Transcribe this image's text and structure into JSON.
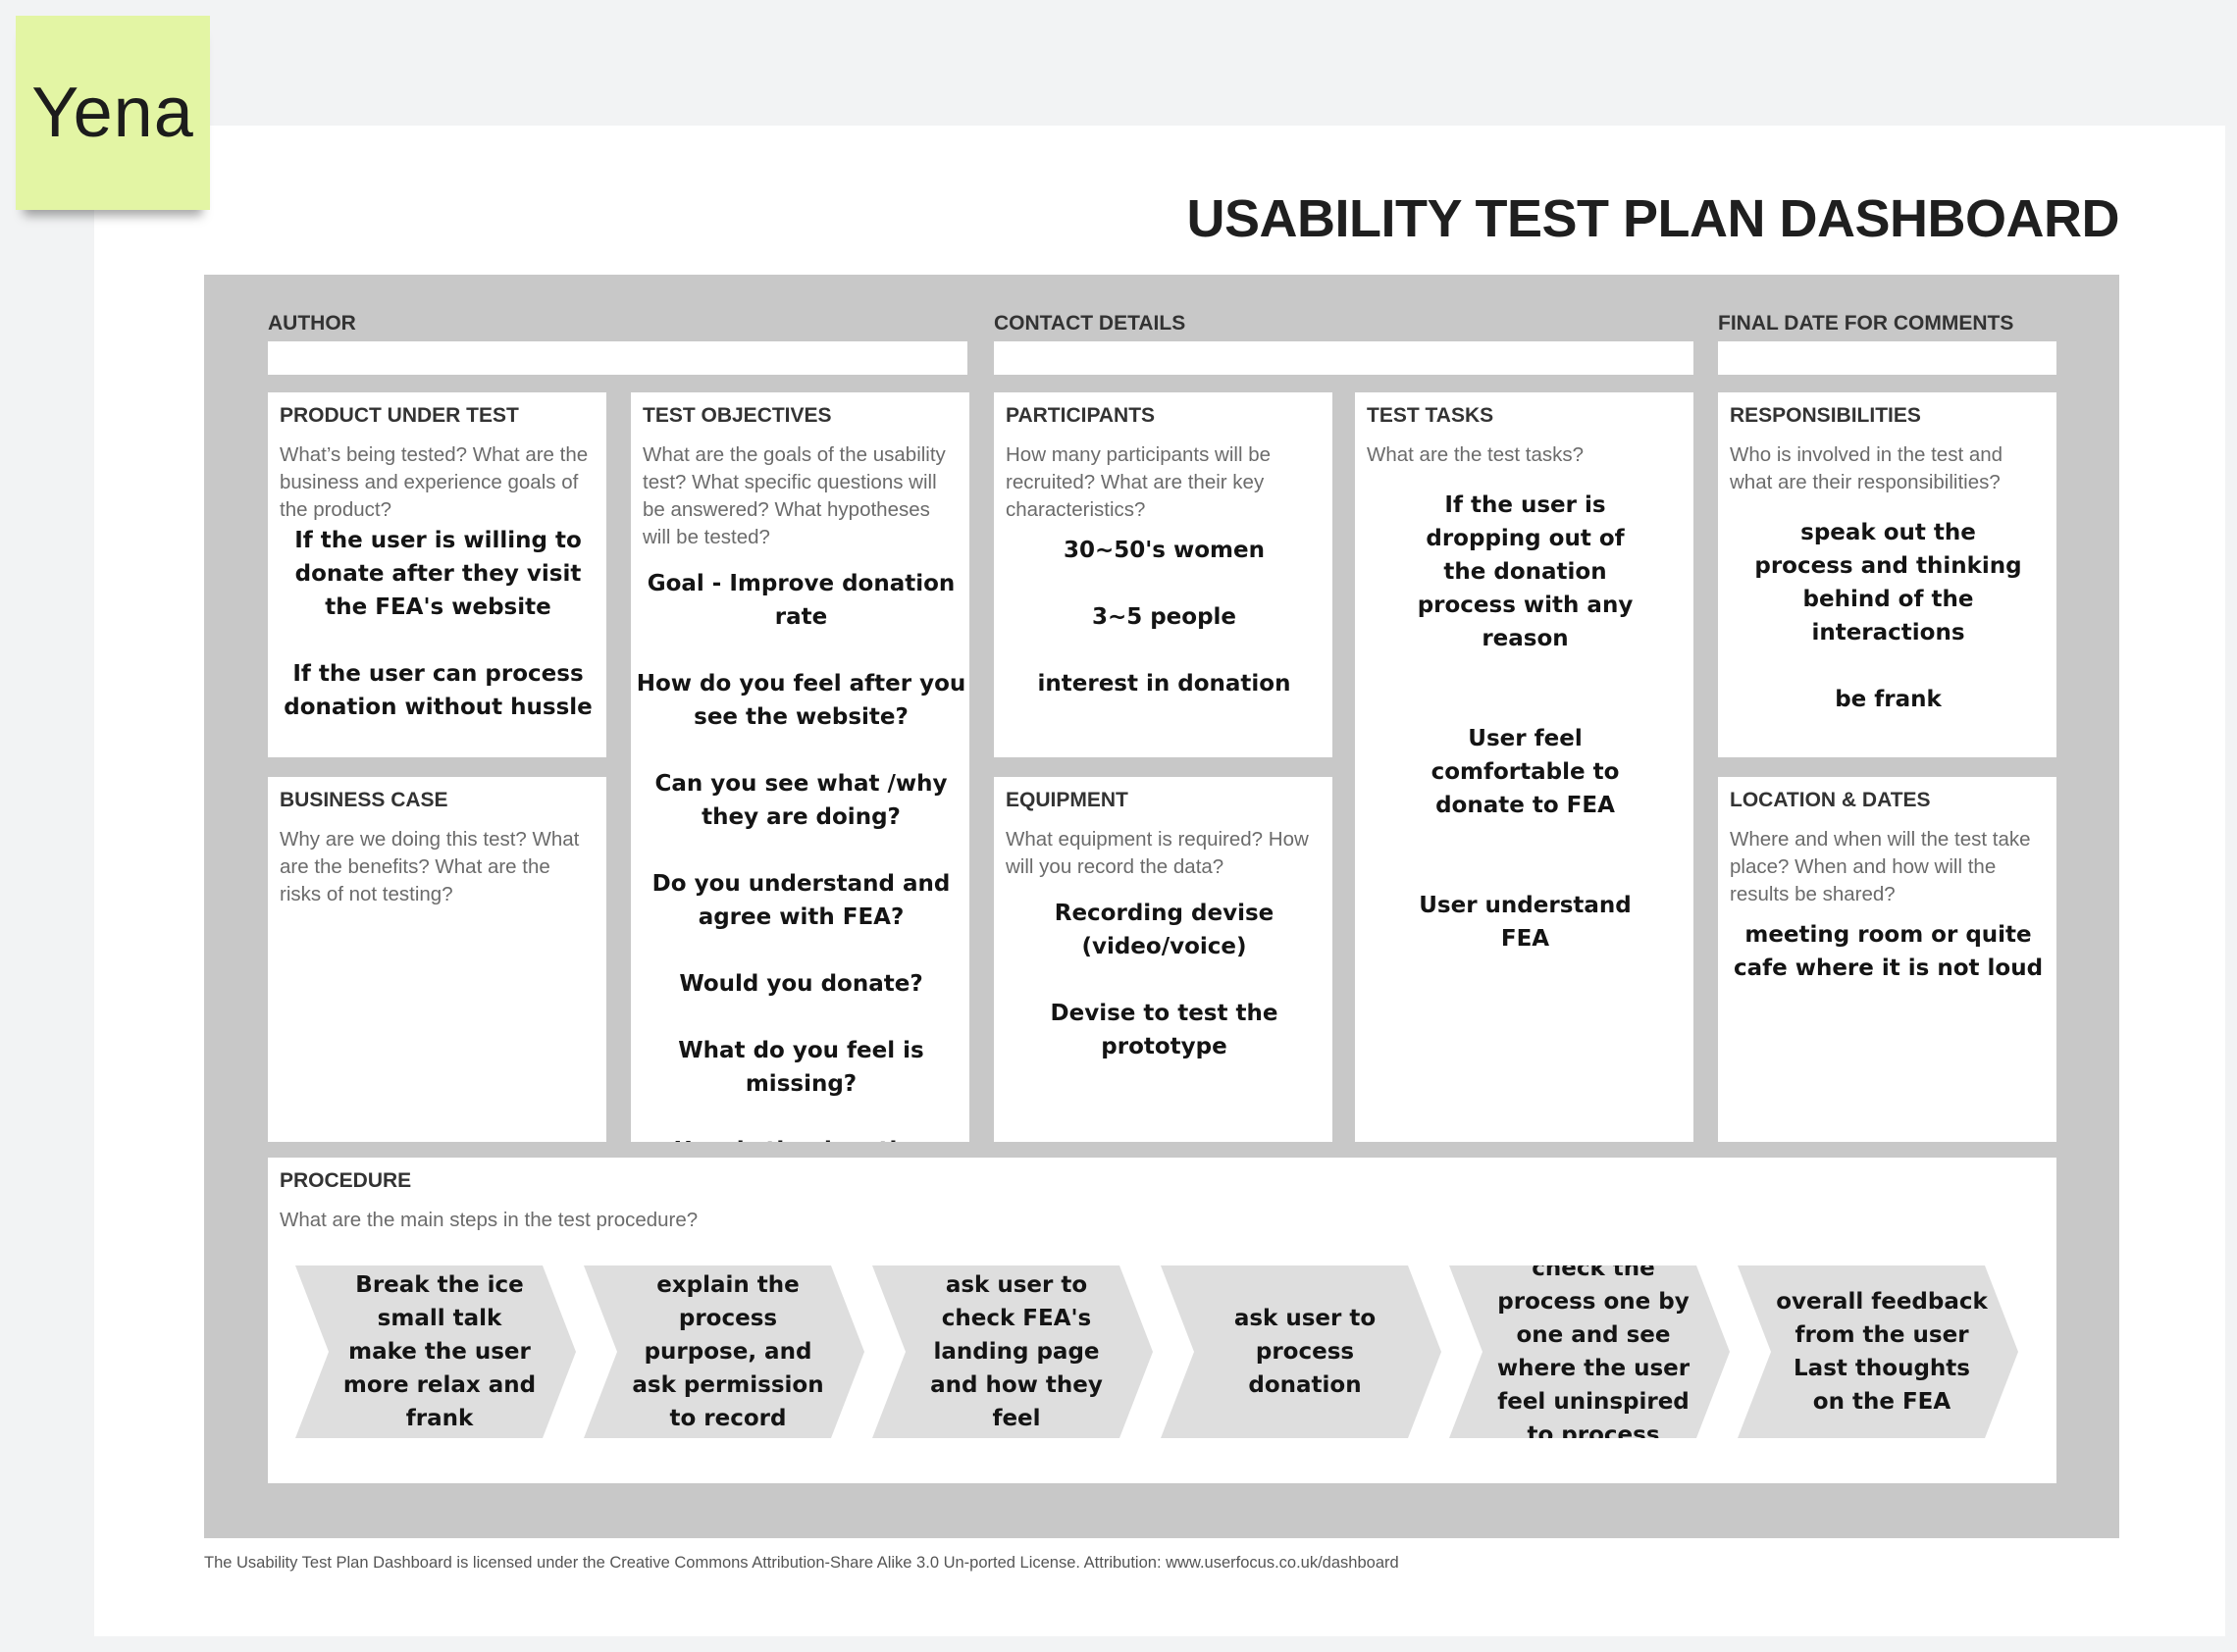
{
  "sticky_note": {
    "label": "Yena",
    "color": "#e3f5a4"
  },
  "title": "USABILITY TEST PLAN DASHBOARD",
  "header_fields": {
    "author": "AUTHOR",
    "contact": "CONTACT DETAILS",
    "final_date": "FINAL DATE FOR COMMENTS"
  },
  "sections": {
    "product": {
      "heading": "PRODUCT UNDER TEST",
      "prompt": "What’s being tested? What are the business and experience goals of the product?",
      "answer": "If the user is willing to donate after they visit the  FEA's website\n\nIf the user can process donation without hussle"
    },
    "business": {
      "heading": "BUSINESS CASE",
      "prompt": "Why are we doing this test? What are the benefits? What are the risks of not testing?"
    },
    "objectives": {
      "heading": "TEST OBJECTIVES",
      "prompt": "What are the goals of the usability test? What specific questions will be answered? What hypotheses will be tested?",
      "answer": "Goal - Improve donation rate\n\nHow do you feel after you see the website?\n\nCan you see what /why they are doing?\n\nDo you understand and agree with FEA?\n\nWould you donate?\n\nWhat do you feel is missing?\n\nHow is the donation process?Is it easy to do?"
    },
    "participants": {
      "heading": "PARTICIPANTS",
      "prompt": "How many participants will be recruited? What are their key characteristics?",
      "answer": "30~50's women\n\n3~5 people\n\ninterest in donation"
    },
    "equipment": {
      "heading": "EQUIPMENT",
      "prompt": "What equipment is required? How will you record the data?",
      "answer": "Recording devise (video/voice)\n\nDevise to test the prototype"
    },
    "tasks": {
      "heading": "TEST TASKS",
      "prompt": "What are the test tasks?",
      "answer": "If the user is dropping out of the donation process with any reason\n\n\nUser feel comfortable to donate to FEA\n\n\nUser understand FEA"
    },
    "responsibilities": {
      "heading": "RESPONSIBILITIES",
      "prompt": "Who is involved in the test and what are their responsibilities?",
      "answer": "speak out the process and thinking behind of the interactions\n\nbe frank"
    },
    "location": {
      "heading": "LOCATION & DATES",
      "prompt": "Where and when will the test take place? When and how will the results be shared?",
      "answer": "meeting room or quite cafe where it is not loud"
    },
    "procedure": {
      "heading": "PROCEDURE",
      "prompt": "What are the main steps in the test procedure?",
      "steps": [
        "Break the ice\nsmall talk\nmake the user more relax and frank",
        "explain the process purpose, and ask permission to record",
        "ask user to check FEA's landing page and how they feel",
        "ask user to process donation",
        "check the process one by one and see where the user feel uninspired to process",
        "overall feedback from the user\nLast thoughts on the FEA"
      ]
    }
  },
  "footer": "The Usability Test Plan Dashboard is licensed under the Creative Commons Attribution-Share Alike 3.0 Un-ported License. Attribution: www.userfocus.co.uk/dashboard"
}
